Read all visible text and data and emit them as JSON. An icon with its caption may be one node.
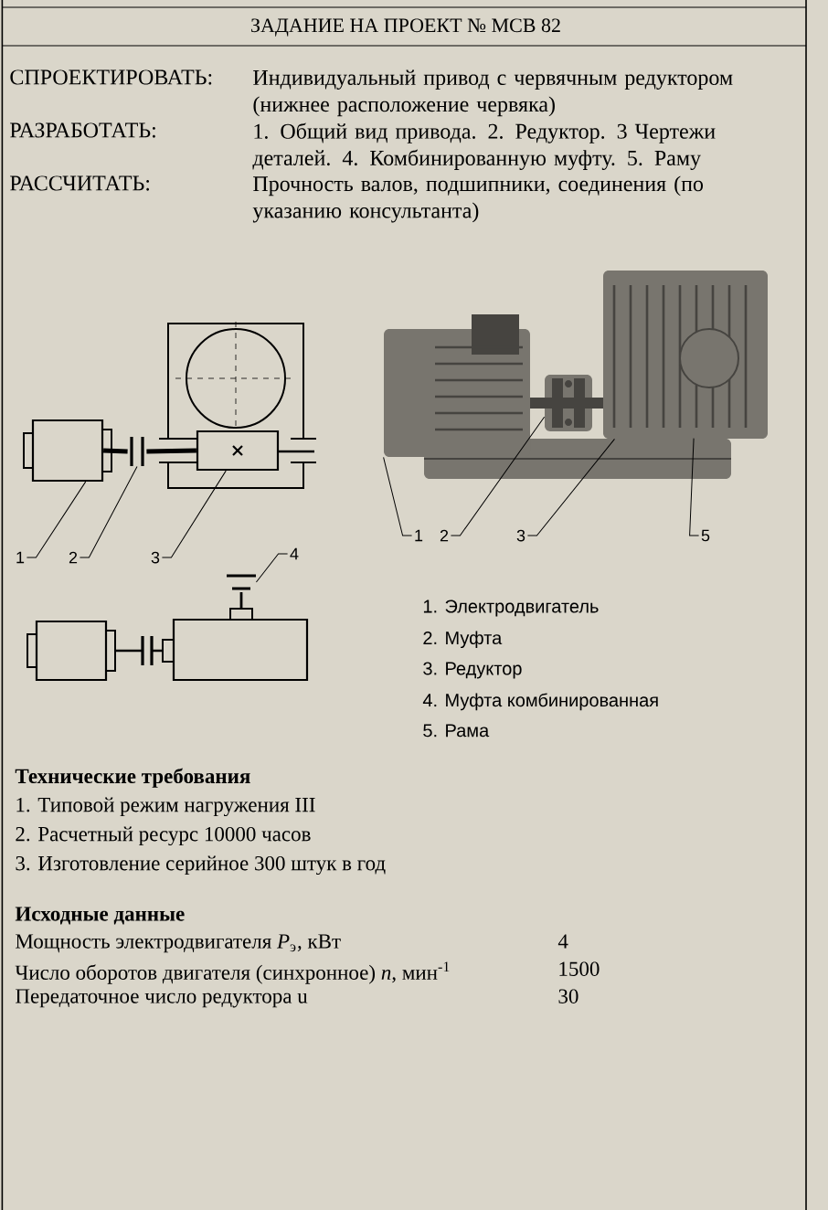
{
  "diagram": {
    "title": "ЗАДАНИЕ НА ПРОЕКТ № МСВ 82",
    "nodes": [
      {
        "text": [],
        "shape": "box"
      },
      {
        "text": [],
        "shape": "bar"
      },
      {
        "text": [],
        "shape": "box"
      },
      {
        "text": [
          "1"
        ]
      },
      {
        "text": [
          "2"
        ]
      },
      {
        "text": [
          "3"
        ]
      },
      {
        "text": [],
        "shape": "bar"
      },
      {
        "text": [
          "4"
        ]
      },
      {
        "text": [],
        "shape": "picture"
      },
      {
        "text": [],
        "shape": "picture"
      },
      {
        "text": [],
        "shape": "picture"
      },
      {
        "text": [],
        "shape": "picture"
      },
      {
        "text": [
          "1"
        ]
      },
      {
        "text": [
          "2"
        ]
      },
      {
        "text": [
          "3"
        ]
      },
      {
        "text": [
          "5"
        ]
      }
    ],
    "edges": [
      {
        "from": 0,
        "to": 1,
        "arrow": "none",
        "style": "thick"
      },
      {
        "from": 1,
        "to": 2,
        "arrow": "none",
        "style": "thick"
      },
      {
        "from": 3,
        "to": 0,
        "arrow": "none"
      },
      {
        "from": 4,
        "to": 1,
        "arrow": "none"
      },
      {
        "from": 5,
        "to": 2,
        "arrow": "none"
      },
      {
        "from": 7,
        "to": 6,
        "arrow": "none"
      },
      {
        "from": 12,
        "to": 8,
        "arrow": "none"
      },
      {
        "from": 13,
        "to": 9,
        "arrow": "none"
      },
      {
        "from": 14,
        "to": 10,
        "arrow": "none"
      },
      {
        "from": 15,
        "to": 11,
        "arrow": "none"
      }
    ],
    "labels": [
      "СПРОЕКТИРОВАТЬ:",
      "Индивидуальный привод с червячным редуктором (нижнее расположение червяка)",
      "РАЗРАБОТАТЬ:",
      "1. Общий вид привода. 2. Редуктор. 3 Чертежи деталей. 4. Комбинированную муфту. 5. Раму",
      "РАССЧИТАТЬ:",
      "Прочность валов, подшипники, соединения (по указанию консультанта)",
      "1. Электродвигатель",
      "2. Муфта",
      "3. Редуктор",
      "4. Муфта комбинированная",
      "5. Рама",
      "Технические требования",
      "1. Типовой режим нагружения III",
      "2. Расчетный ресурс 10000 часов",
      "3. Изготовление серийное 300 штук в год",
      "Исходные данные",
      "Мощность электродвигателя *P*$_{э}$, кВт",
      "4",
      "Число оборотов двигателя (синхронное) *n*, мин$^{-1}$",
      "1500",
      "Передаточное число редуктора u",
      "30"
    ]
  }
}
